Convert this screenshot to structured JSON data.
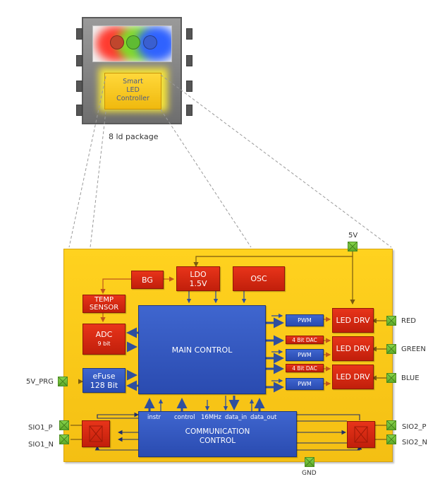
{
  "package": {
    "controller_label_lines": [
      "Smart",
      "LED",
      "Controller"
    ],
    "caption": "8 ld package",
    "led_colors": [
      "red",
      "green",
      "blue"
    ]
  },
  "blocks": {
    "bg": "BG",
    "ldo": [
      "LDO",
      "1.5V"
    ],
    "osc": "OSC",
    "temp_sensor": [
      "TEMP",
      "SENSOR"
    ],
    "adc": [
      "ADC",
      "9 bit"
    ],
    "efuse": [
      "eFuse",
      "128 Bit"
    ],
    "main_control": "MAIN CONTROL",
    "communication_control": [
      "COMMUNICATION",
      "CONTROL"
    ],
    "comm_ports": [
      "instr",
      "control",
      "16MHz",
      "data_in",
      "data_out"
    ],
    "pwm": [
      "PWM",
      "PWM",
      "PWM"
    ],
    "dac": [
      "4 Bit DAC",
      "4 Bit DAC"
    ],
    "led_drv": [
      "LED DRV",
      "LED DRV",
      "LED DRV"
    ]
  },
  "pins": {
    "vdd": "5V",
    "red": "RED",
    "green": "GREEN",
    "blue": "BLUE",
    "prg": "5V_PRG",
    "sio1_p": "SIO1_P",
    "sio1_n": "SIO1_N",
    "sio2_p": "SIO2_P",
    "sio2_n": "SIO2_N",
    "gnd": "GND"
  },
  "colors": {
    "board": "#f7c815",
    "analog_block": "#d42a12",
    "digital_block": "#3458c0",
    "pad": "#6dbb36",
    "power_wire": "#7a5a10",
    "analog_wire": "#c0561c",
    "digital_wire": "#2f4f9e"
  }
}
